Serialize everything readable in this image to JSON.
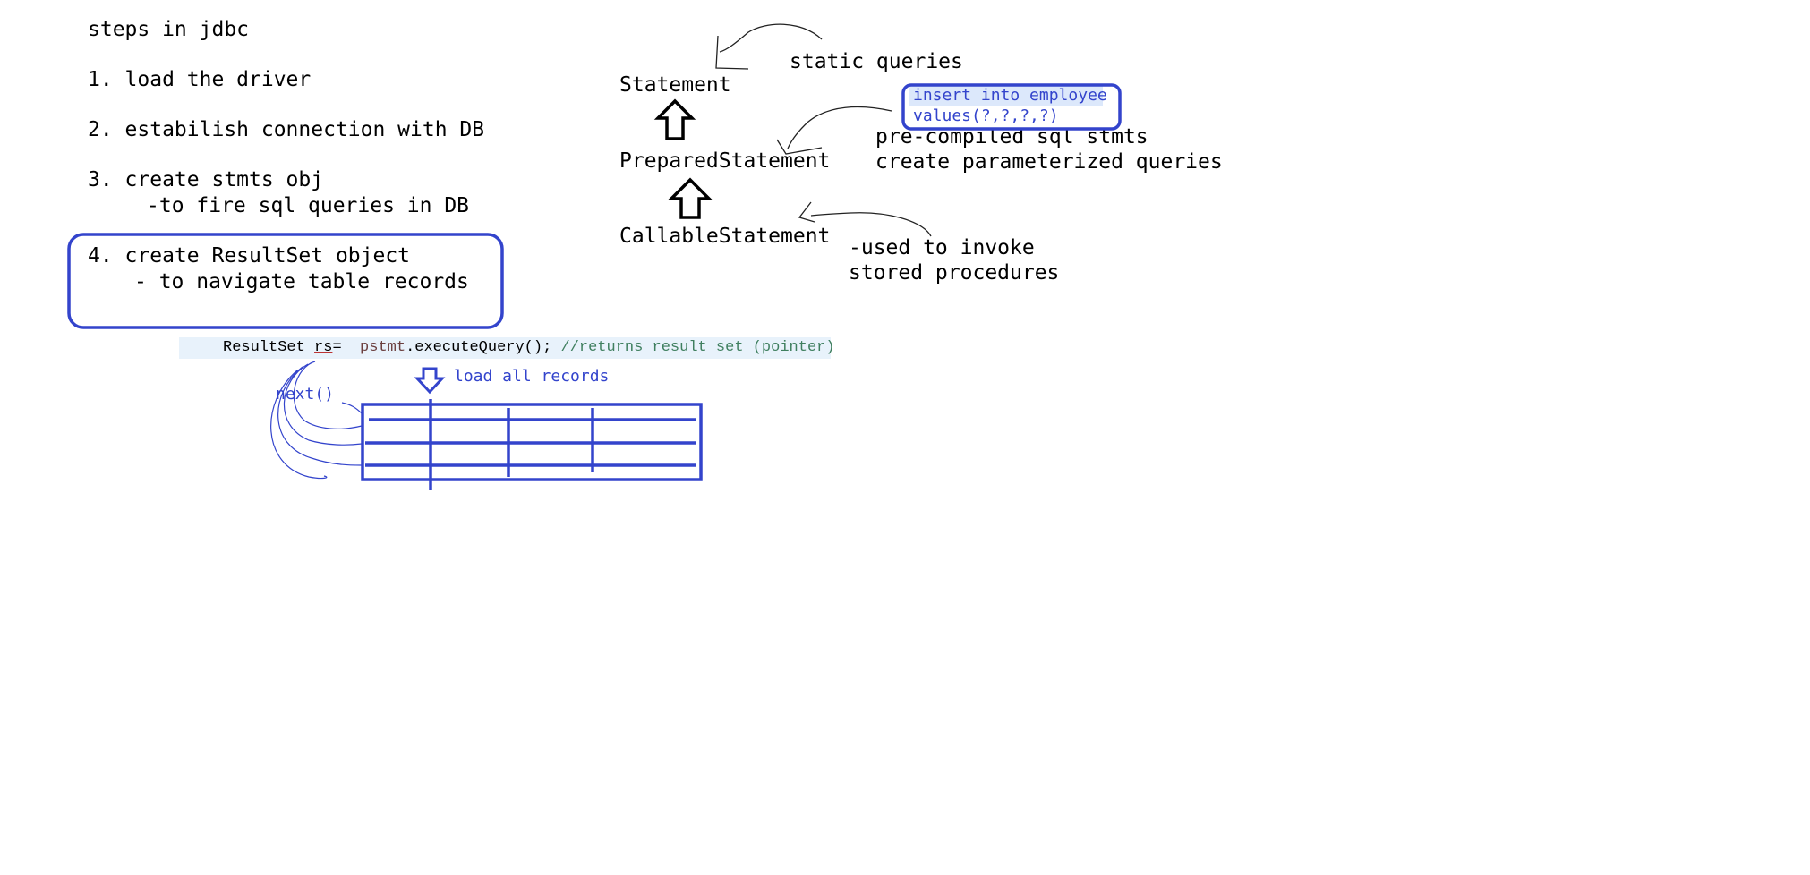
{
  "steps": {
    "title": "steps in jdbc",
    "items": [
      {
        "line1": "1. load the driver",
        "line2": ""
      },
      {
        "line1": "2. estabilish connection with DB",
        "line2": ""
      },
      {
        "line1": "3. create stmts obj",
        "line2": "-to fire sql queries in DB"
      },
      {
        "line1": "4. create ResultSet object",
        "line2": "- to navigate table records"
      }
    ]
  },
  "hierarchy": {
    "statement": "Statement",
    "prepared": "PreparedStatement",
    "callable": "CallableStatement"
  },
  "notes": {
    "static": "static queries",
    "sql_line1": "insert into employee",
    "sql_line2": "values(?,?,?,?)",
    "precompiled": "pre-compiled sql stmts",
    "parameterized": "create parameterized queries",
    "callable_1": "-used to invoke",
    "callable_2": "stored procedures"
  },
  "code": {
    "type": "ResultSet",
    "var": "rs",
    "assign": "=  ",
    "obj": "pstmt",
    "call": ".executeQuery(); ",
    "comment": "//returns result set (pointer)"
  },
  "table_notes": {
    "load": "load all records",
    "next": "next()"
  },
  "colors": {
    "ink_blue": "#3344cc",
    "comment_green": "#3f7f5f",
    "code_highlight": "#e8f2fb"
  }
}
